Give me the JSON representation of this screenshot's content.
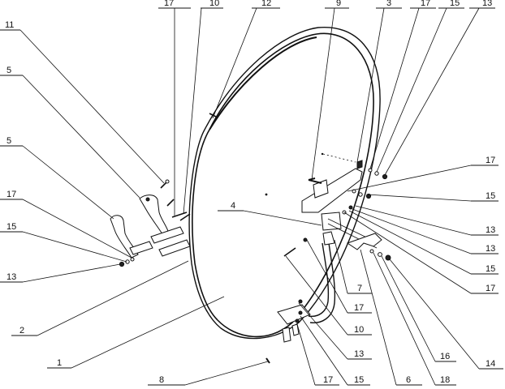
{
  "callouts": [
    {
      "id": "c-17-top",
      "text": "17"
    },
    {
      "id": "c-10-top",
      "text": "10"
    },
    {
      "id": "c-12-top",
      "text": "12"
    },
    {
      "id": "c-9-top",
      "text": "9"
    },
    {
      "id": "c-3-top",
      "text": "3"
    },
    {
      "id": "c-17-topright",
      "text": "17"
    },
    {
      "id": "c-15-topright",
      "text": "15"
    },
    {
      "id": "c-13-topright",
      "text": "13"
    },
    {
      "id": "c-11",
      "text": "11"
    },
    {
      "id": "c-5-a",
      "text": "5"
    },
    {
      "id": "c-5-b",
      "text": "5"
    },
    {
      "id": "c-17-left",
      "text": "17"
    },
    {
      "id": "c-15-left",
      "text": "15"
    },
    {
      "id": "c-13-left",
      "text": "13"
    },
    {
      "id": "c-2",
      "text": "2"
    },
    {
      "id": "c-1",
      "text": "1"
    },
    {
      "id": "c-8",
      "text": "8"
    },
    {
      "id": "c-4",
      "text": "4"
    },
    {
      "id": "c-17-r1",
      "text": "17"
    },
    {
      "id": "c-15-r1",
      "text": "15"
    },
    {
      "id": "c-13-r1",
      "text": "13"
    },
    {
      "id": "c-13-r2",
      "text": "13"
    },
    {
      "id": "c-15-r2",
      "text": "15"
    },
    {
      "id": "c-17-r2",
      "text": "17"
    },
    {
      "id": "c-7",
      "text": "7"
    },
    {
      "id": "c-17-mid",
      "text": "17"
    },
    {
      "id": "c-10-mid",
      "text": "10"
    },
    {
      "id": "c-13-bot",
      "text": "13"
    },
    {
      "id": "c-17-bot",
      "text": "17"
    },
    {
      "id": "c-15-bot",
      "text": "15"
    },
    {
      "id": "c-6",
      "text": "6"
    },
    {
      "id": "c-18",
      "text": "18"
    },
    {
      "id": "c-16",
      "text": "16"
    },
    {
      "id": "c-14",
      "text": "14"
    }
  ]
}
